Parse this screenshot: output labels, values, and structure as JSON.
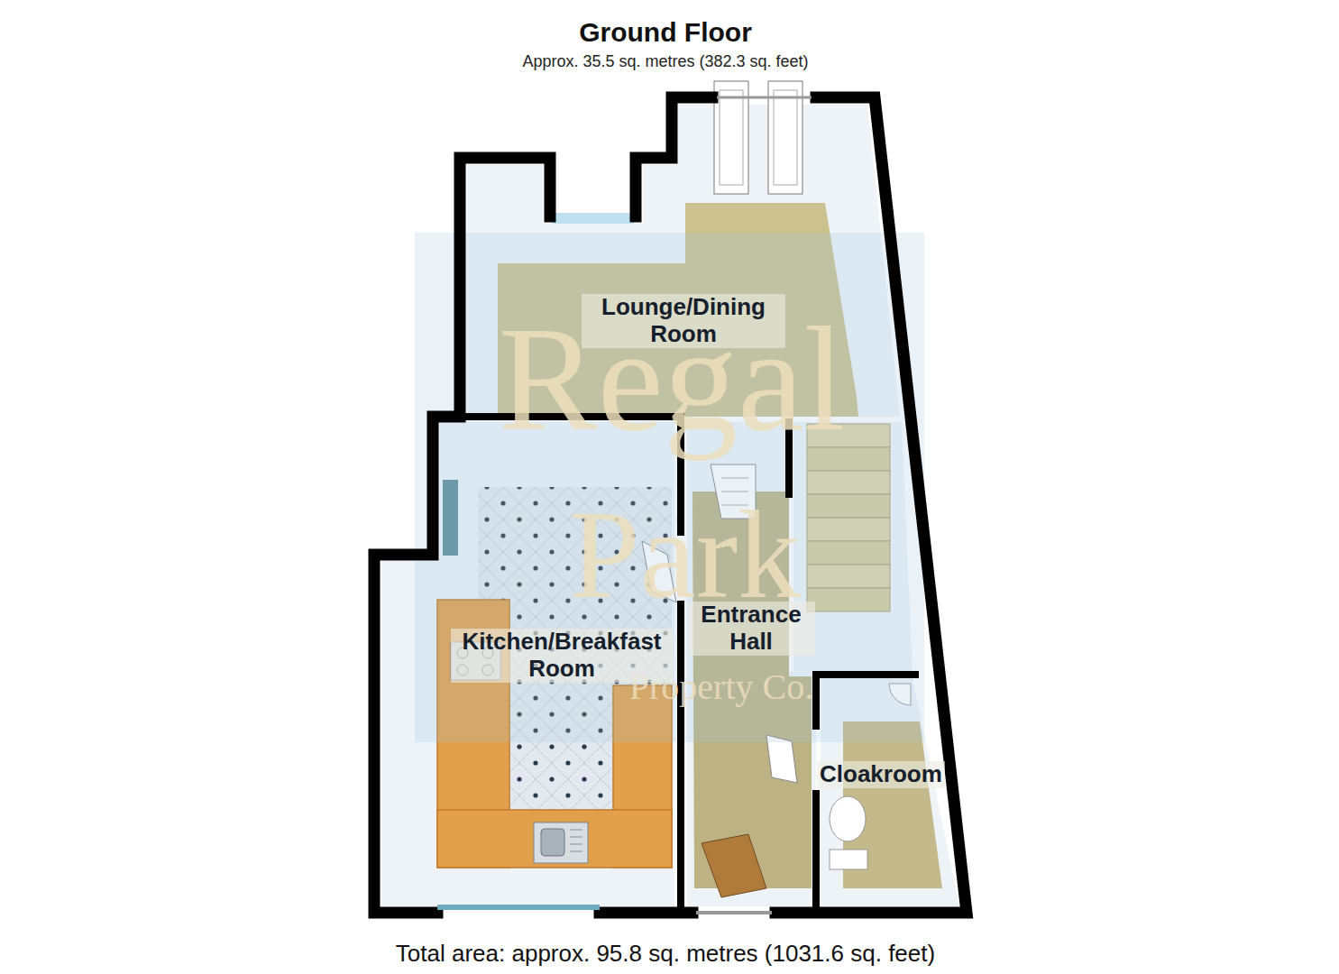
{
  "diagram": {
    "title": "Ground Floor",
    "caption": "Total area: approx. 95.8 sq. metres (1031.6 sq. feet)",
    "nodes": [
      {
        "text": [
          "Lounge/Dining Room"
        ]
      },
      {
        "text": [
          "Kitchen/Breakfast Room"
        ]
      },
      {
        "text": [
          "Entrance Hall"
        ]
      },
      {
        "text": [
          "Cloakroom"
        ]
      }
    ],
    "labels": [
      "Approx. 35.5 sq. metres (382.3 sq. feet)",
      "Regal",
      "Park",
      "Property Co."
    ]
  }
}
